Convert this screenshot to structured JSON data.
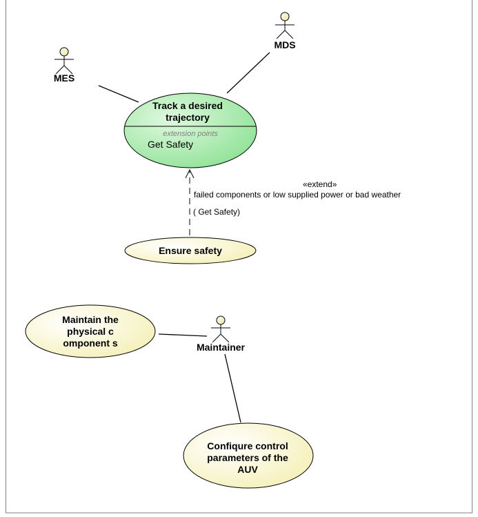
{
  "actors": {
    "mes": "MES",
    "mds": "MDS",
    "maintainer": "Maintainer"
  },
  "use_cases": {
    "track": {
      "line1": "Track a desired",
      "line2": "trajectory"
    },
    "extension_points_header": "extension points",
    "extension_point": "Get Safety",
    "ensure_safety": "Ensure safety",
    "maintain": {
      "line1": "Maintain the",
      "line2": "physical c",
      "line3": "omponent s"
    },
    "configure": {
      "line1": "Confiqure control",
      "line2": "parameters of the",
      "line3": "AUV"
    }
  },
  "extend_relation": {
    "stereotype": "«extend»",
    "condition": "failed components or low supplied power or bad weather",
    "extension_ref": "( Get Safety)"
  },
  "colors": {
    "green_fill": "#a7ecab",
    "yellow_fill": "#fdfbd2",
    "frame": "#7f7f7f"
  }
}
